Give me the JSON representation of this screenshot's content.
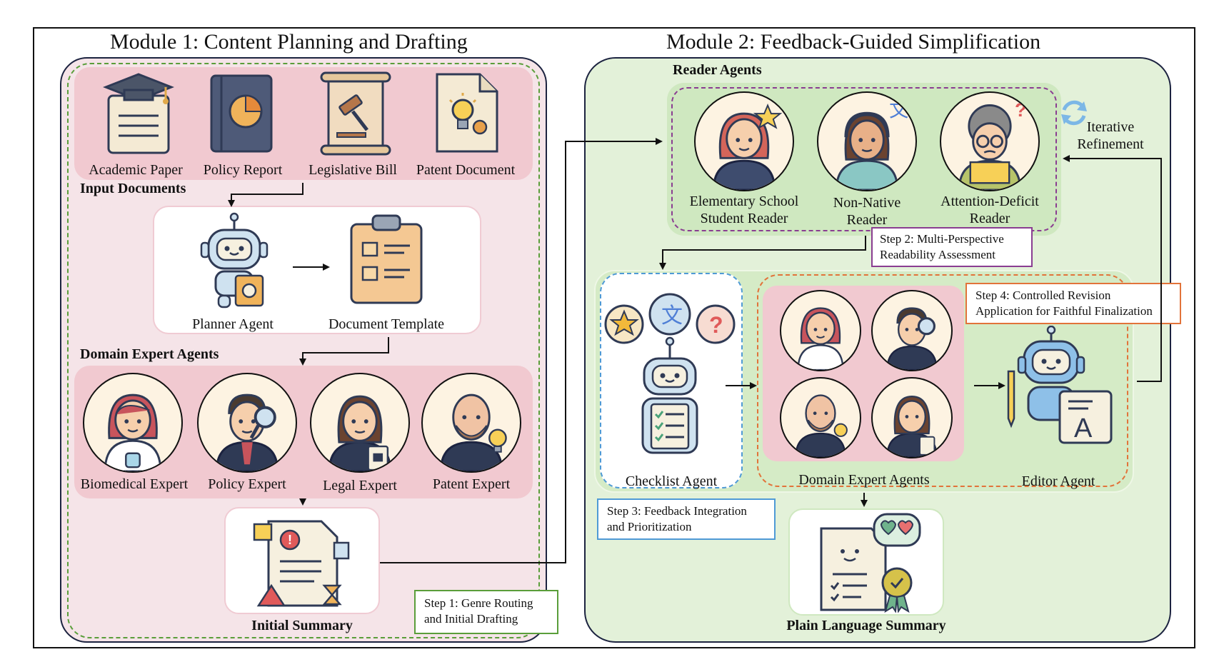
{
  "module1": {
    "title": "Module 1: Content Planning and Drafting",
    "input_documents_label": "Input Documents",
    "documents": [
      "Academic Paper",
      "Policy Report",
      "Legislative Bill",
      "Patent Document"
    ],
    "planner_label": "Planner Agent",
    "template_label": "Document Template",
    "domain_experts_label": "Domain Expert Agents",
    "experts": [
      "Biomedical Expert",
      "Policy Expert",
      "Legal Expert",
      "Patent Expert"
    ],
    "initial_summary_label": "Initial Summary",
    "step1": [
      "Step 1: Genre Routing",
      "and Initial Drafting"
    ]
  },
  "module2": {
    "title": "Module 2: Feedback-Guided Simplification",
    "reader_agents_label": "Reader Agents",
    "readers": [
      [
        "Elementary School",
        "Student Reader"
      ],
      [
        "Non-Native",
        "Reader"
      ],
      [
        "Attention-Deficit",
        "Reader"
      ]
    ],
    "iterative": [
      "Iterative",
      "Refinement"
    ],
    "step2": [
      "Step 2: Multi-Perspective",
      "Readability Assessment"
    ],
    "checklist_label": "Checklist Agent",
    "domain_experts_label": "Domain Expert Agents",
    "editor_label": "Editor Agent",
    "step3": [
      "Step 3: Feedback Integration",
      "and Prioritization"
    ],
    "step4": [
      "Step 4: Controlled Revision",
      "Application for Faithful Finalization"
    ],
    "pls_label": "Plain Language Summary"
  },
  "colors": {
    "pink_panel": "#f5e4e8",
    "pink_band": "#f1c9d0",
    "green_panel": "#e3f1d9",
    "green_band": "#cfe8c0",
    "purple": "#8a3d91",
    "blue": "#4f9ad6",
    "orange": "#e2733a",
    "green_dash": "#5a9e3a"
  }
}
